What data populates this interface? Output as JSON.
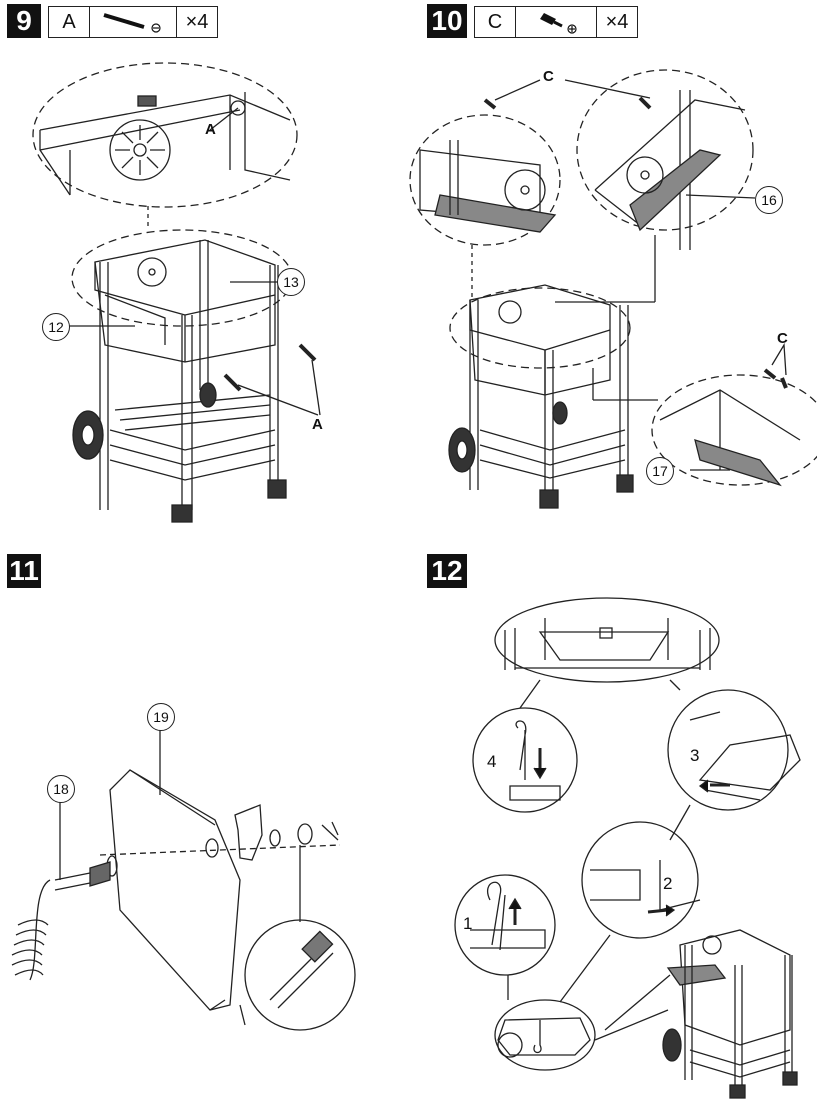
{
  "steps": [
    {
      "number": "9",
      "part_letter": "A",
      "quantity": "×4"
    },
    {
      "number": "10",
      "part_letter": "C",
      "quantity": "×4"
    },
    {
      "number": "11"
    },
    {
      "number": "12"
    }
  ],
  "step9": {
    "callout_a": "A",
    "callout_a2": "A",
    "part_12": "12",
    "part_13": "13"
  },
  "step10": {
    "callout_c": "C",
    "callout_c2": "C",
    "part_16": "16",
    "part_17": "17"
  },
  "step11": {
    "part_18": "18",
    "part_19": "19"
  },
  "step12": {
    "sub_1": "1",
    "sub_2": "2",
    "sub_3": "3",
    "sub_4": "4"
  }
}
